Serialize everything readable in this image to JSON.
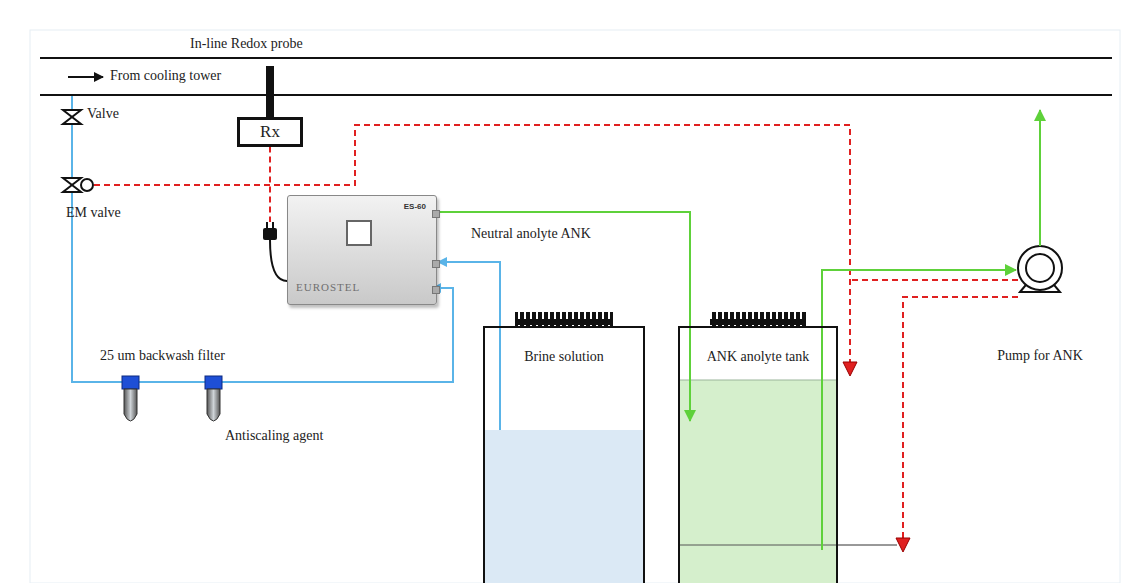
{
  "diagram": {
    "nodes": [
      {
        "text": [
          "Rx"
        ]
      },
      {
        "text": [
          "ES-60",
          "EUROSTEL"
        ]
      },
      {
        "text": [
          "Brine solution"
        ]
      },
      {
        "text": [
          "ANK anolyte tank"
        ]
      },
      {
        "text": [
          "Pump for ANK"
        ]
      }
    ],
    "edges": [
      {
        "from": 0,
        "to": 1,
        "arrow": "none"
      },
      {
        "from": 2,
        "to": 1,
        "arrow": "to"
      },
      {
        "from": 1,
        "to": 3,
        "label": "Neutral anolyte ANK",
        "arrow": "to"
      },
      {
        "from": 3,
        "to": 4,
        "arrow": "to"
      }
    ],
    "labels": [
      "In-line Redox probe",
      "From cooling tower",
      "Valve",
      "EM valve",
      "25 um backwash filter",
      "Antiscaling agent"
    ]
  }
}
